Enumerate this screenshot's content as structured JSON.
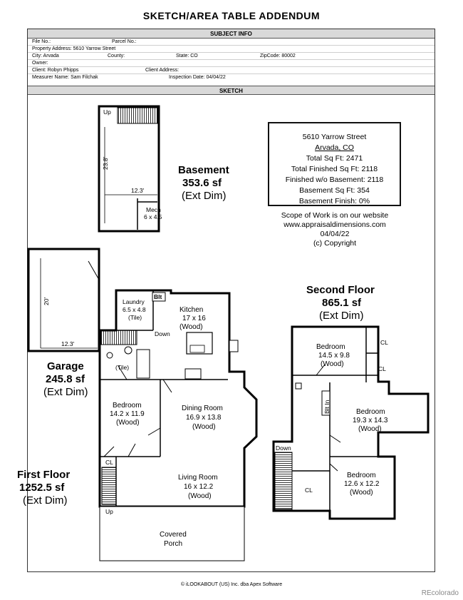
{
  "title": "SKETCH/AREA TABLE ADDENDUM",
  "subject_info": {
    "header": "SUBJECT INFO",
    "file_no": "File No.:",
    "parcel_no": "Parcel No.:",
    "property_address": "Property Address: 5610 Yarrow Street",
    "city": "City: Arvada",
    "county": "County:",
    "state": "State: CO",
    "zipcode": "ZipCode: 80002",
    "owner": "Owner:",
    "client": "Client: Robyn Phipps",
    "client_address": "Client Address:",
    "measurer": "Measurer Name: Sam Filchak",
    "inspection_date": "Inspection Date: 04/04/22"
  },
  "sketch": {
    "header": "SKETCH",
    "basement": {
      "title": "Basement",
      "area": "353.6 sf",
      "ext": "(Ext Dim)",
      "up": "Up",
      "dim_vertical": "23.8'",
      "dim_horizontal": "12.3'",
      "mech_name": "Mech",
      "mech_size": "6 x 4.5"
    },
    "summary": {
      "address": "5610 Yarrow Street",
      "city": "Arvada, CO",
      "total_sqft": "Total Sq Ft: 2471",
      "total_finished": "Total Finished Sq Ft: 2118",
      "finished_wo_basement": "Finished w/o Basement: 2118",
      "basement_sqft": "Basement Sq Ft: 354",
      "basement_finish": "Basement Finish: 0%"
    },
    "scope": {
      "line1": "Scope of Work is on our website",
      "line2": "www.appraisaldimensions.com",
      "date": "04/04/22",
      "copyright": "(c) Copyright"
    },
    "garage": {
      "title": "Garage",
      "area": "245.8 sf",
      "ext": "(Ext Dim)",
      "dim_vertical": "20'",
      "dim_horizontal": "12.3'"
    },
    "first_floor": {
      "title": "First Floor",
      "area": "1252.5 sf",
      "ext": "(Ext Dim)",
      "blt": "Blt",
      "laundry": {
        "name": "Laundry",
        "size": "6.5 x 4.8",
        "floor": "(Tile)"
      },
      "kitchen": {
        "name": "Kitchen",
        "size": "17 x 16",
        "floor": "(Wood)"
      },
      "down": "Down",
      "bath_floor": "(Tile)",
      "bedroom": {
        "name": "Bedroom",
        "size": "14.2 x 11.9",
        "floor": "(Wood)"
      },
      "dining": {
        "name": "Dining Room",
        "size": "16.9 x 13.8",
        "floor": "(Wood)"
      },
      "living": {
        "name": "Living Room",
        "size": "16 x 12.2",
        "floor": "(Wood)"
      },
      "cl": "CL",
      "up": "Up",
      "porch_line1": "Covered",
      "porch_line2": "Porch"
    },
    "second_floor": {
      "title": "Second Floor",
      "area": "865.1 sf",
      "ext": "(Ext Dim)",
      "bedroom1": {
        "name": "Bedroom",
        "size": "14.5 x 9.8",
        "floor": "(Wood)"
      },
      "bedroom2": {
        "name": "Bedroom",
        "size": "19.3 x 14.3",
        "floor": "(Wood)"
      },
      "bedroom3": {
        "name": "Bedroom",
        "size": "12.6 x 12.2",
        "floor": "(Wood)"
      },
      "cl1": "CL",
      "cl2": "CL",
      "cl3": "CL",
      "blt_in": "Blt In",
      "down": "Down"
    }
  },
  "footer": "© iLOOKABOUT (US) Inc. dba Apex Software",
  "credit": "REcolorado"
}
